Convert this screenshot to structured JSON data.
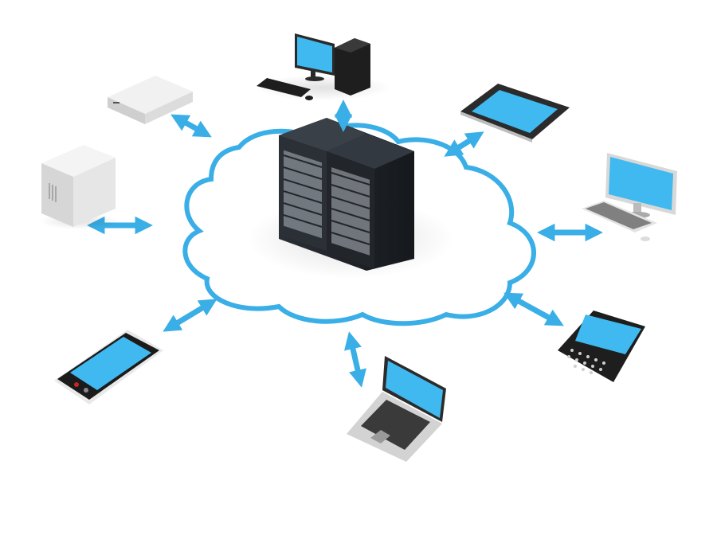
{
  "diagram": {
    "type": "cloud-network-illustration",
    "center": {
      "icon": "server-rack-icon"
    },
    "nodes": [
      {
        "id": "desktop",
        "icon": "desktop-computer-icon"
      },
      {
        "id": "set-top-box",
        "icon": "network-appliance-icon"
      },
      {
        "id": "tower-server",
        "icon": "tower-server-icon"
      },
      {
        "id": "tablet",
        "icon": "tablet-icon"
      },
      {
        "id": "monitor",
        "icon": "monitor-keyboard-icon"
      },
      {
        "id": "smartphone",
        "icon": "smartphone-icon"
      },
      {
        "id": "laptop",
        "icon": "laptop-icon"
      },
      {
        "id": "blackberry",
        "icon": "qwerty-phone-icon"
      }
    ],
    "connector": "double-headed-arrow",
    "colors": {
      "accent": "#3aaee6",
      "screen": "#3fb9ef",
      "cloud_fill": "#ffffff",
      "cloud_stroke": "#3aaee6",
      "rack": "#23272d",
      "device_light": "#e4e4e4",
      "device_dark": "#1e1e1e"
    }
  }
}
